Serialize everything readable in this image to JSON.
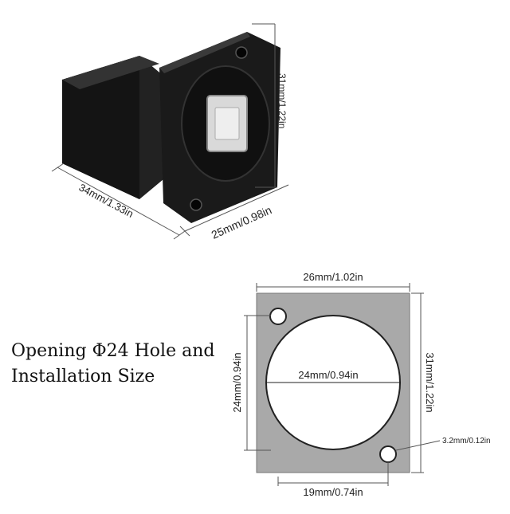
{
  "product_view": {
    "height_label": "31mm/1.22in",
    "depth_label": "34mm/1.33in",
    "width_label": "25mm/0.98in"
  },
  "heading": {
    "line1": "Opening Φ24 Hole and",
    "line2": "Installation Size"
  },
  "panel_cutout": {
    "top_width_label": "26mm/1.02in",
    "right_height_label": "31mm/1.22in",
    "left_height_label": "24mm/0.94in",
    "center_diameter_label": "24mm/0.94in",
    "screw_hole_label": "3.2mm/0.12in",
    "bottom_spacing_label": "19mm/0.74in"
  },
  "colors": {
    "panel_fill": "#a9a9a9",
    "connector_body": "#1a1a1a",
    "usb_port_metal": "#d9d9d9"
  }
}
